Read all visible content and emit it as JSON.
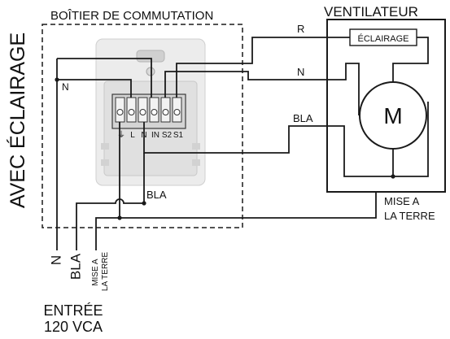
{
  "side_title": "AVEC ÉCLAIRAGE",
  "switch_box": {
    "title": "BOÎTIER DE COMMUTATION",
    "terminals": [
      "⏚",
      "L",
      "N",
      "IN",
      "S2",
      "S1"
    ]
  },
  "fan": {
    "title": "VENTILATEUR",
    "light_label": "ÉCLAIRAGE",
    "motor_label": "M",
    "ground_label": "MISE A\nLA TERRE"
  },
  "wire_labels": {
    "r": "R",
    "n_top": "N",
    "bla_right": "BLA",
    "n_left": "N",
    "bla_middle": "BLA"
  },
  "input": {
    "wires": [
      "N",
      "BLA",
      "MISE A LA TERRE"
    ],
    "title": "ENTRÉE",
    "voltage": "120 VCA"
  },
  "colors": {
    "line": "#1a1a1a",
    "device_fill": "#e6e6e6",
    "device_edge": "#c8c8c8"
  }
}
